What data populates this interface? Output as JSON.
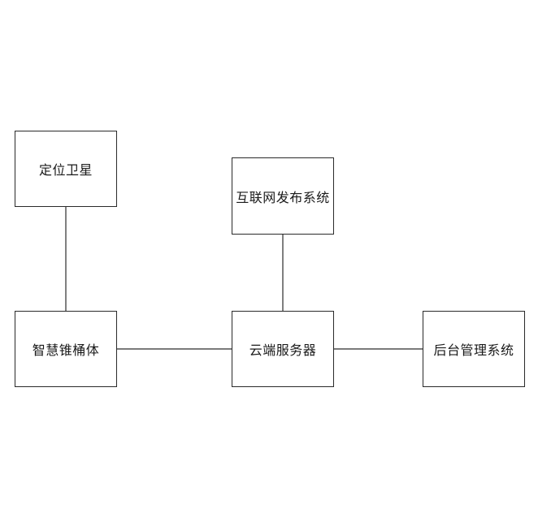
{
  "nodes": {
    "satellite": {
      "label": "定位卫星"
    },
    "internet": {
      "label": "互联网发布系统"
    },
    "cone": {
      "label": "智慧锥桶体"
    },
    "cloud": {
      "label": "云端服务器"
    },
    "admin": {
      "label": "后台管理系统"
    }
  },
  "edges": [
    {
      "from": "satellite",
      "to": "cone"
    },
    {
      "from": "internet",
      "to": "cloud"
    },
    {
      "from": "cone",
      "to": "cloud"
    },
    {
      "from": "cloud",
      "to": "admin"
    }
  ],
  "colors": {
    "line": "#2a2a2a",
    "border": "#2a2a2a",
    "text": "#1a1a1a",
    "background": "#ffffff"
  }
}
